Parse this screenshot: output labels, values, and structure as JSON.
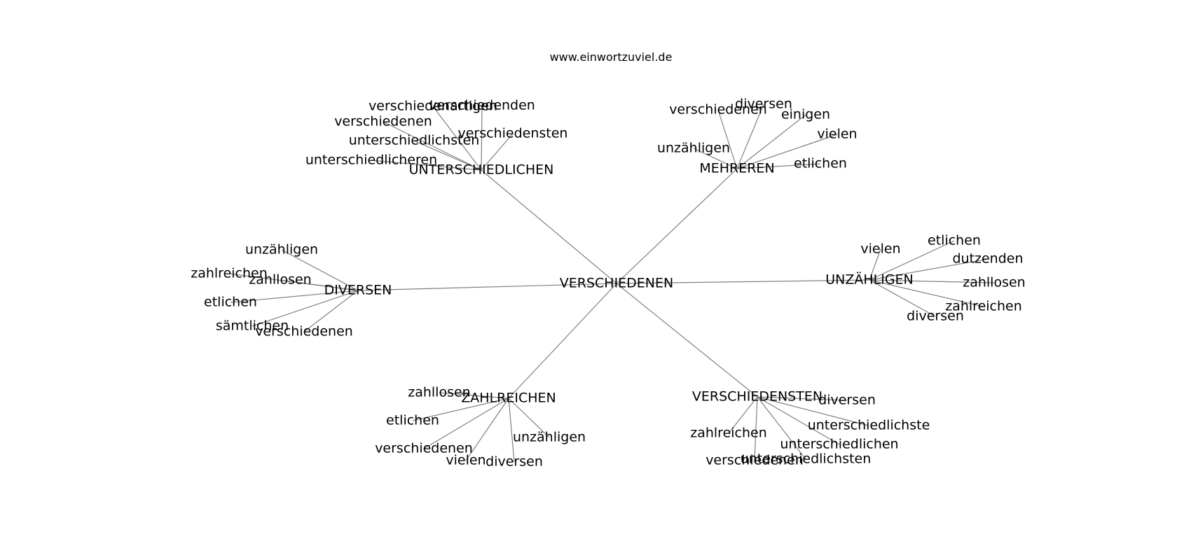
{
  "watermark": "www.einwortzuviel.de",
  "colors": {
    "edge": "#808080",
    "text": "#000000",
    "background": "#ffffff"
  },
  "graph": {
    "center": "VERSCHIEDENEN",
    "clusters": [
      {
        "hub": "UNTERSCHIEDLICHEN",
        "leaves": [
          "verschiedenartigen",
          "verschiedenden",
          "verschiedenen",
          "unterschiedlichsten",
          "verschiedensten",
          "unterschiedlicheren"
        ]
      },
      {
        "hub": "MEHREREN",
        "leaves": [
          "verschiedenen",
          "diversen",
          "einigen",
          "vielen",
          "unzähligen",
          "etlichen"
        ]
      },
      {
        "hub": "DIVERSEN",
        "leaves": [
          "unzähligen",
          "zahlreichen",
          "zahllosen",
          "etlichen",
          "sämtlichen",
          "verschiedenen"
        ]
      },
      {
        "hub": "UNZÄHLIGEN",
        "leaves": [
          "vielen",
          "etlichen",
          "dutzenden",
          "zahllosen",
          "zahlreichen",
          "diversen"
        ]
      },
      {
        "hub": "ZAHLREICHEN",
        "leaves": [
          "zahllosen",
          "etlichen",
          "verschiedenen",
          "vielen",
          "diversen",
          "unzähligen"
        ]
      },
      {
        "hub": "VERSCHIEDENSTEN",
        "leaves": [
          "diversen",
          "unterschiedlichste",
          "zahlreichen",
          "unterschiedlichen",
          "verschiedenen",
          "unterschiedlichsten"
        ]
      }
    ]
  }
}
